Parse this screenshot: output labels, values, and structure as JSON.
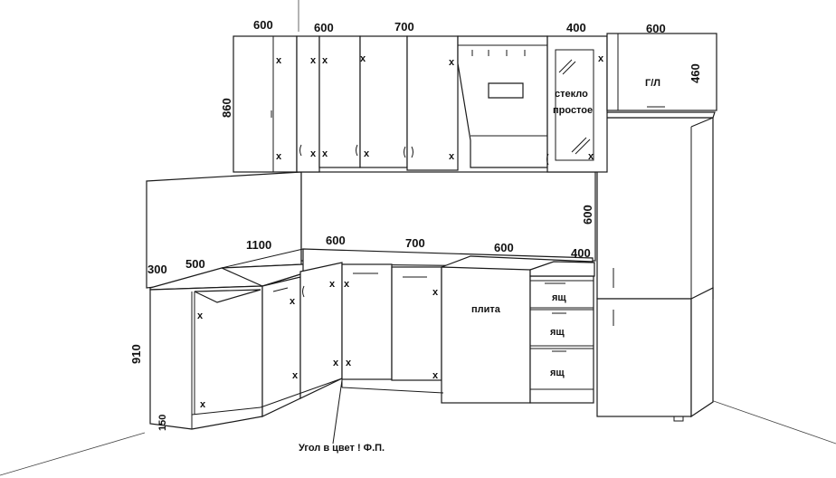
{
  "dimensions": {
    "upper_1": "600",
    "upper_2": "600",
    "upper_3": "700",
    "upper_4": "400",
    "upper_5": "600",
    "upper_height": "860",
    "hood_height": "460",
    "fridge_gap": "600",
    "counter_1100": "1100",
    "counter_500": "500",
    "counter_300": "300",
    "counter_600a": "600",
    "counter_700": "700",
    "counter_600b": "600",
    "counter_400": "400",
    "base_height": "910",
    "plinth_height": "150"
  },
  "labels": {
    "glass": "стекло",
    "glass_2": "простое",
    "gl": "Г/Л",
    "stove": "плита",
    "drawer": "ящ",
    "corner_note": "Угол в цвет ! Ф.П."
  },
  "hinge_mark": "x"
}
